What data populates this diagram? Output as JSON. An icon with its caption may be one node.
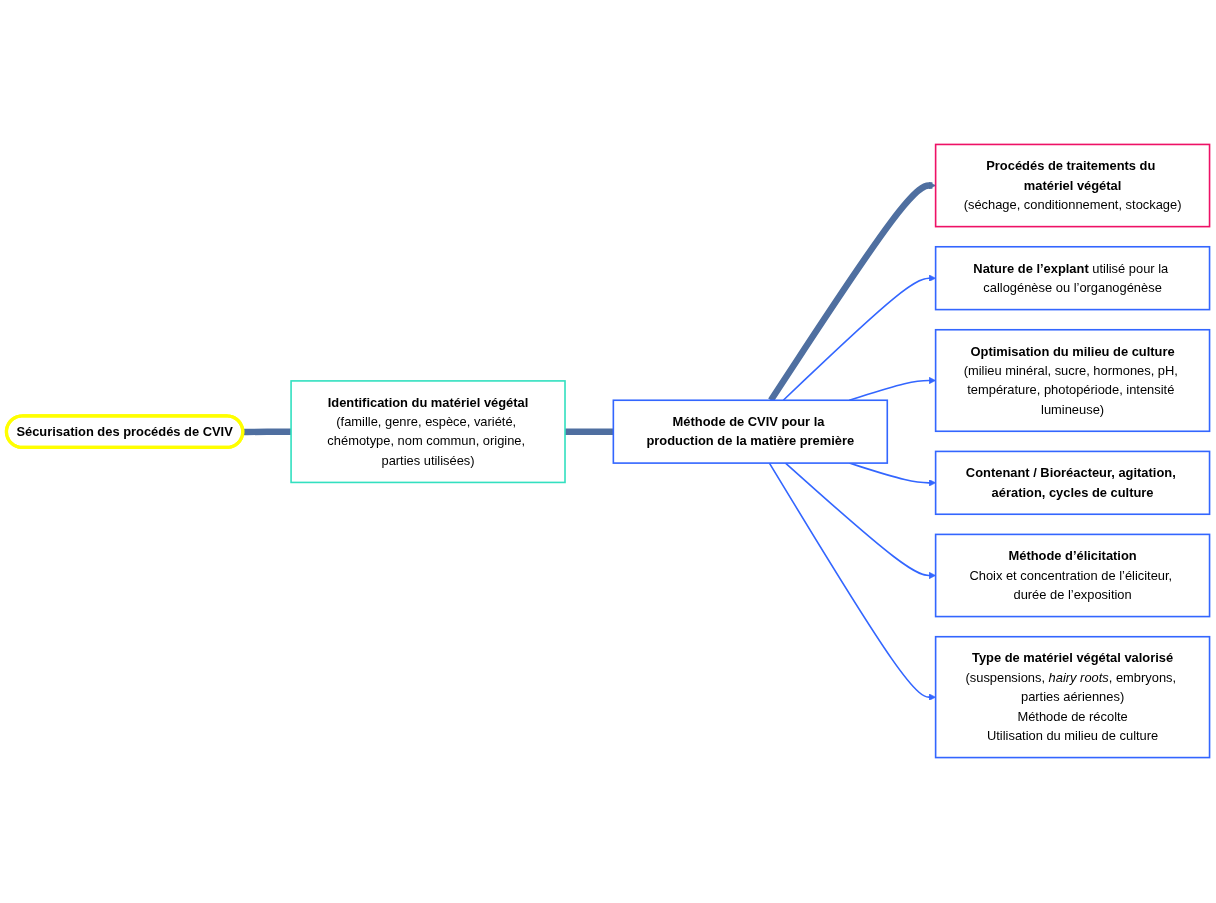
{
  "diagram": {
    "nodes": [
      {
        "text": [
          "Sécurisation des procédés de CVIV"
        ]
      },
      {
        "text": [
          "Identification du matériel végétal",
          "(famille, genre, espèce, variété, chémotype, nom commun, origine, parties utilisées)"
        ]
      },
      {
        "text": [
          "Méthode de CVIV pour la production de la matière première"
        ]
      },
      {
        "text": [
          "Procédés de traitements du matériel végétal",
          "(séchage, conditionnement, stockage)"
        ]
      },
      {
        "text": [
          "**Nature de l’explant** utilisé pour la callogénèse ou l’organogénèse"
        ]
      },
      {
        "text": [
          "Optimisation du milieu de culture",
          "(milieu minéral, sucre, hormones, pH, température, photopériode, intensité lumineuse)"
        ]
      },
      {
        "text": [
          "Contenant / Bioréacteur, agitation, aération, cycles de culture"
        ]
      },
      {
        "text": [
          "Méthode d’élicitation",
          "Choix et concentration de l’éliciteur, durée de l’exposition"
        ]
      },
      {
        "text": [
          "Type de matériel végétal valorisé",
          "(suspensions, *hairy roots*, embryons, parties aériennes)",
          "Méthode de récolte",
          "Utilisation du milieu de culture"
        ]
      }
    ],
    "edges": [
      {
        "from": 0,
        "to": 1,
        "arrow": "none",
        "style": "thick",
        "color": "#4f6fa0"
      },
      {
        "from": 1,
        "to": 2,
        "arrow": "none",
        "style": "thick",
        "color": "#4f6fa0"
      },
      {
        "from": 2,
        "to": 3,
        "arrow": "to",
        "style": "thick",
        "color": "#4f6fa0"
      },
      {
        "from": 2,
        "to": 4,
        "arrow": "to"
      },
      {
        "from": 2,
        "to": 5,
        "arrow": "to"
      },
      {
        "from": 2,
        "to": 6,
        "arrow": "to"
      },
      {
        "from": 2,
        "to": 7,
        "arrow": "to"
      },
      {
        "from": 2,
        "to": 8,
        "arrow": "to"
      }
    ]
  }
}
